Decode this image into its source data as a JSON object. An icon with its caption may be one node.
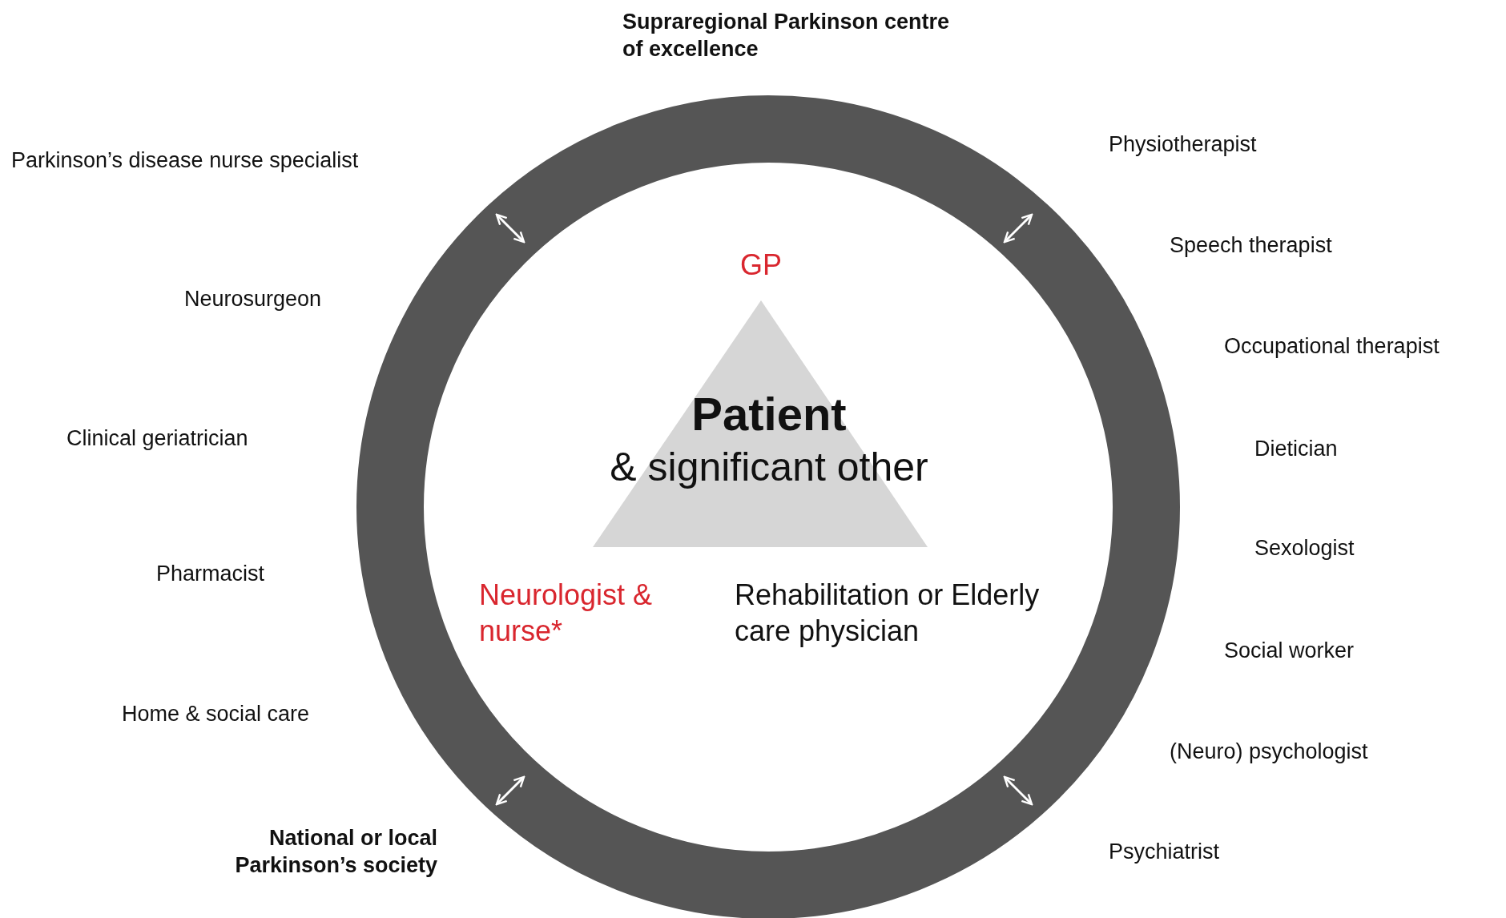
{
  "diagram": {
    "nodes": [
      {
        "text": [
          "Patient",
          "& significant other"
        ]
      }
    ],
    "edges": [],
    "labels": [
      "Supraregional Parkinson centre of excellence",
      "Parkinson’s disease nurse specialist",
      "Neurosurgeon",
      "Clinical geriatrician",
      "Pharmacist",
      "Home & social care",
      "National or local Parkinson’s society",
      "Physiotherapist",
      "Speech therapist",
      "Occupational therapist",
      "Dietician",
      "Sexologist",
      "Social worker",
      "(Neuro) psychologist",
      "Psychiatrist",
      "GP",
      "Neurologist & nurse*",
      "Rehabilitation or Elderly care physician"
    ]
  }
}
